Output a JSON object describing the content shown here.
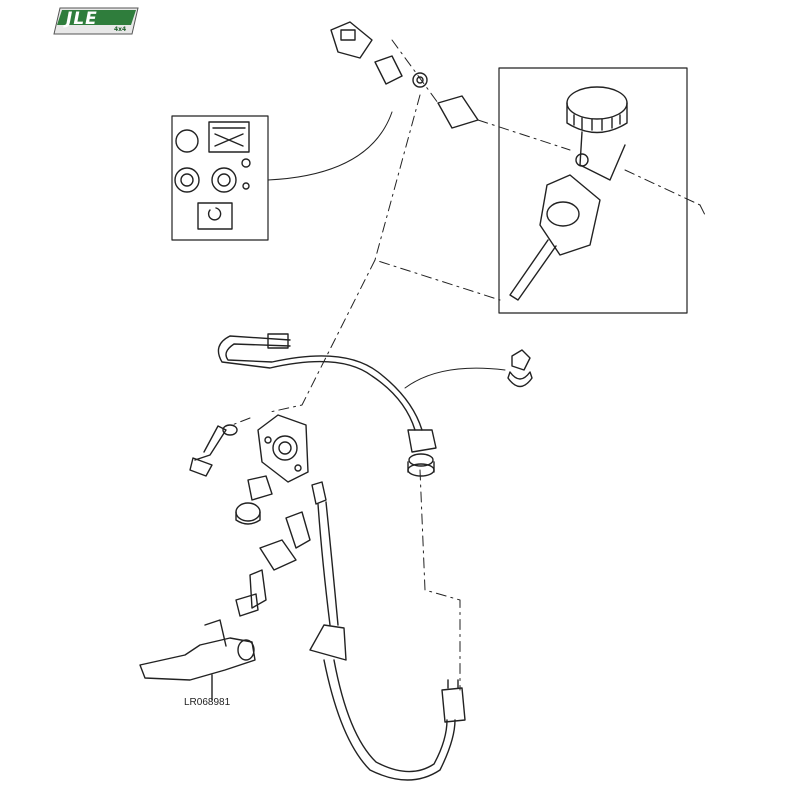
{
  "brand": {
    "logo_text": "JLE",
    "logo_subtext": "4x4",
    "primary_color": "#2f7d3c",
    "dark_color": "#1f5e2c"
  },
  "diagram": {
    "part_number_label": "LR068981",
    "line_color": "#222222",
    "background": "#ffffff"
  }
}
